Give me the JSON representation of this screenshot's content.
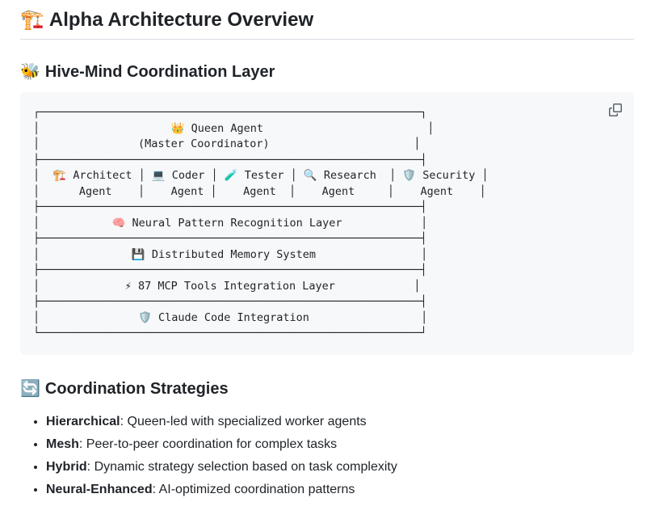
{
  "colors": {
    "page_background": "#ffffff",
    "text": "#1f2328",
    "heading_border": "#d8dee4",
    "code_background": "#f6f8fa",
    "copy_icon": "#59636e"
  },
  "page_title": {
    "emoji": "🏗️",
    "text": "Alpha Architecture Overview"
  },
  "hive_section": {
    "heading": {
      "emoji": "🐝",
      "text": "Hive-Mind Coordination Layer"
    },
    "diagram": {
      "copy_icon": "copy-icon",
      "lines": [
        "┌──────────────────────────────────────────────────────────┐",
        "│                    👑 Queen Agent                         │",
        "│               (Master Coordinator)                      │",
        "├──────────────────────────────────────────────────────────┤",
        "│  🏗️ Architect │ 💻 Coder │ 🧪 Tester │ 🔍 Research  │ 🛡️ Security │",
        "│      Agent    │    Agent │    Agent  │    Agent     │    Agent    │",
        "├──────────────────────────────────────────────────────────┤",
        "│           🧠 Neural Pattern Recognition Layer            │",
        "├──────────────────────────────────────────────────────────┤",
        "│              💾 Distributed Memory System                │",
        "├──────────────────────────────────────────────────────────┤",
        "│             ⚡ 87 MCP Tools Integration Layer            │",
        "├──────────────────────────────────────────────────────────┤",
        "│               🛡️ Claude Code Integration                 │",
        "└──────────────────────────────────────────────────────────┘"
      ]
    }
  },
  "strategies_section": {
    "heading": {
      "emoji": "🔄",
      "text": "Coordination Strategies"
    },
    "items": [
      {
        "term": "Hierarchical",
        "desc": ": Queen-led with specialized worker agents"
      },
      {
        "term": "Mesh",
        "desc": ": Peer-to-peer coordination for complex tasks"
      },
      {
        "term": "Hybrid",
        "desc": ": Dynamic strategy selection based on task complexity"
      },
      {
        "term": "Neural-Enhanced",
        "desc": ": AI-optimized coordination patterns"
      }
    ]
  }
}
